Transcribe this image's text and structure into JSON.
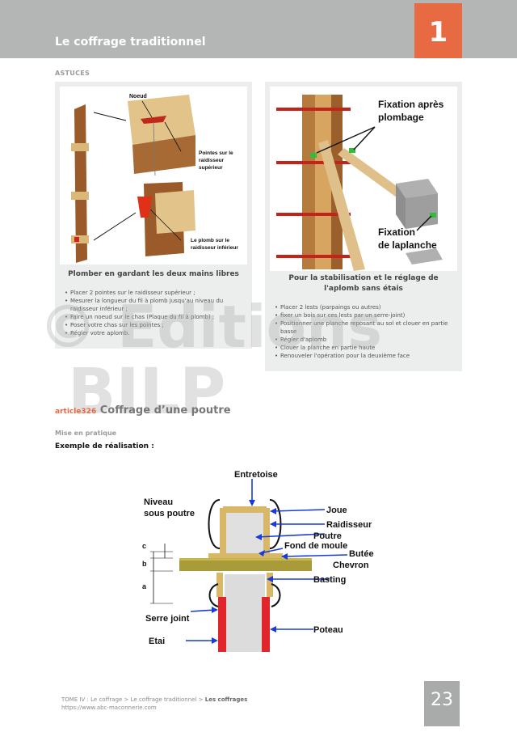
{
  "header": {
    "title": "Le coffrage traditionnel",
    "chapter_number": "1"
  },
  "section": {
    "label": "ASTUCES"
  },
  "left_card": {
    "image_labels": {
      "noeud": "Noeud",
      "pointes": [
        "Pointes sur le",
        "raidisseur",
        "supérieur"
      ],
      "plomb": [
        "Le plomb sur le",
        "raidisseur inférieur"
      ]
    },
    "caption": "Plomber en gardant les deux mains libres",
    "items": [
      "Placer 2 pointes sur le raidisseur supérieur ;",
      "Mesurer la longueur du fil à plomb jusqu'au niveau du raidisseur inférieur ;",
      "Faire un noeud sur le chas (Plaque du fil à plomb) ;",
      "Poser votre chas sur les pointes ;",
      "Régler votre aplomb."
    ]
  },
  "right_card": {
    "image_labels": {
      "fixation_apres": [
        "Fixation après",
        "plombage"
      ],
      "fixation_planche": [
        "Fixation",
        "de laplanche"
      ]
    },
    "caption": "Pour la stabilisation et le réglage de l'aplomb sans étais",
    "items": [
      "Placer 2 lests (parpaings ou autres)",
      "fixer un bois sur ces lests par un serre-joint)",
      "Positionner une planche reposant au sol et clouer en partie basse",
      "Régler d'aplomb",
      "Clouer la planche en partie haute",
      "Renouveler l'opération pour la deuxième face"
    ]
  },
  "watermark": {
    "line1": "© Editions",
    "line2": "BILP"
  },
  "article": {
    "tag": "article326",
    "title": "Coffrage d’une poutre"
  },
  "subheading": "Mise en pratique",
  "example_label": "Exemple de réalisation :",
  "diagram": {
    "labels": {
      "entretoise": "Entretoise",
      "niveau": [
        "Niveau",
        "sous poutre"
      ],
      "joue": "Joue",
      "raidisseur": "Raidisseur",
      "poutre": "Poutre",
      "fond_de_moule": "Fond de moule",
      "butee": "Butée",
      "chevron": "Chevron",
      "basting": "Basting",
      "serre_joint": "Serre joint",
      "poteau": "Poteau",
      "etai": "Etai",
      "dim_c": "c",
      "dim_b": "b",
      "dim_a": "a"
    }
  },
  "footer": {
    "breadcrumb": "TOME IV : Le coffrage > Le coffrage traditionnel > ",
    "breadcrumb_bold": "Les coffrages",
    "url": "https://www.abc-maconnerie.com",
    "page_number": "23"
  }
}
